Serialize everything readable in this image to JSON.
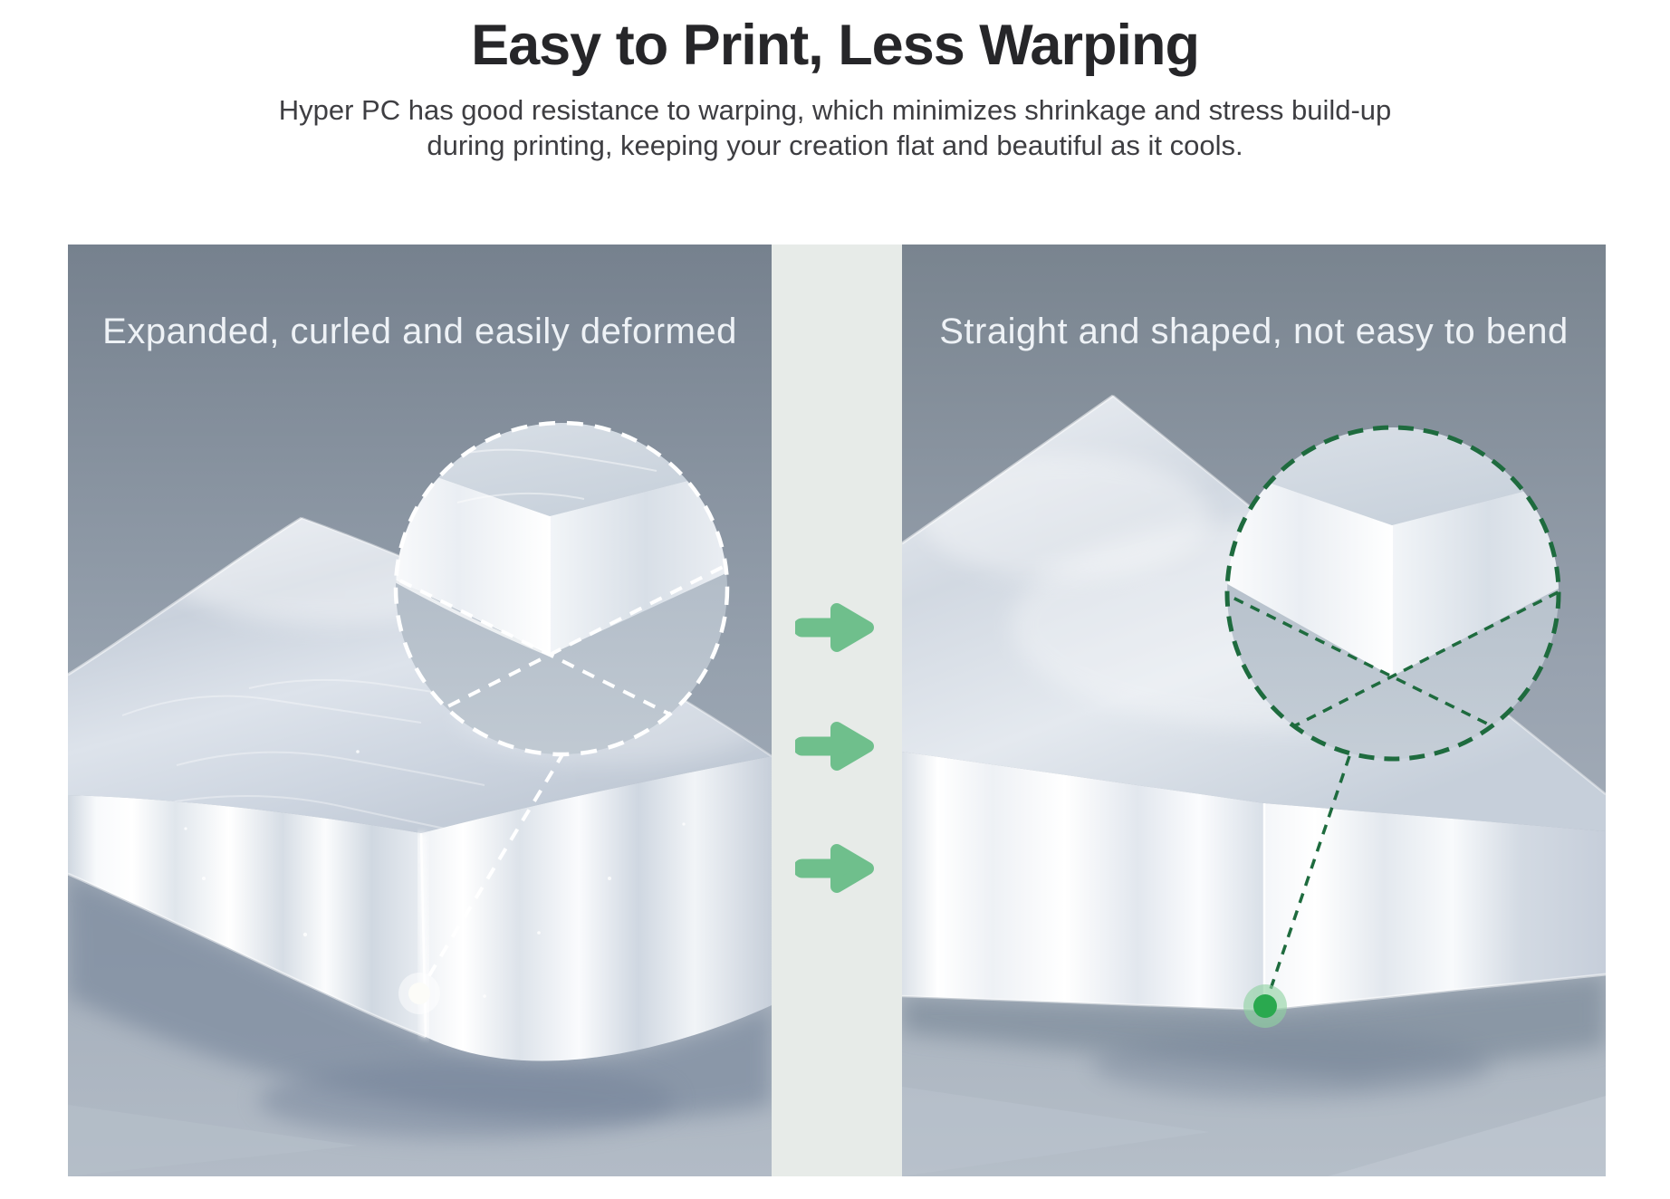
{
  "header": {
    "title": "Easy to Print, Less Warping",
    "subtitle_lines": [
      "Hyper PC has good resistance to warping, which minimizes shrinkage and stress build-up",
      "during printing, keeping your creation flat and beautiful as it cools."
    ]
  },
  "comparison": {
    "left_panel": {
      "label": "Expanded, curled and easily deformed"
    },
    "right_panel": {
      "label": "Straight and shaped, not easy to bend"
    }
  },
  "icons": {
    "arrow_right": "➜",
    "magnifier_circle": "dashed-circle",
    "corner_marker": "dot"
  },
  "colors": {
    "accent-green": "#6fbf8c",
    "dark-green": "#1e6b3e",
    "dot-green": "#2aa94f",
    "strip-bg": "#e7ebe8",
    "title-color": "#262629",
    "body-color": "#3e3e42",
    "label-color": "#eef2f6"
  }
}
